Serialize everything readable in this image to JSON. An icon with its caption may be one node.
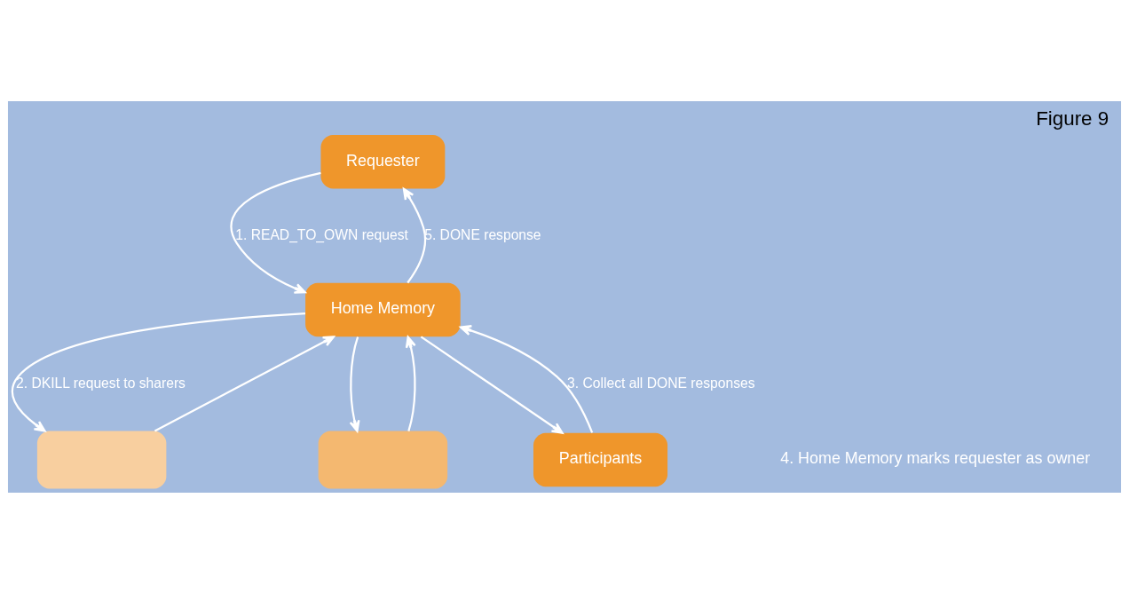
{
  "diagram": {
    "title": "Figure 9",
    "nodes": [
      {
        "text": [
          "Requester"
        ]
      },
      {
        "text": [
          "Home Memory"
        ]
      },
      {
        "text": [],
        "shape": "box"
      },
      {
        "text": [],
        "shape": "box"
      },
      {
        "text": [
          "Participants"
        ]
      }
    ],
    "edges": [
      {
        "from": 0,
        "to": 1,
        "arrow": "to",
        "label": "1. READ_TO_OWN request"
      },
      {
        "from": 1,
        "to": 2,
        "arrow": "to",
        "label": "2. DKILL request to sharers"
      },
      {
        "from": 1,
        "to": 3,
        "arrow": "to"
      },
      {
        "from": 1,
        "to": 4,
        "arrow": "to"
      },
      {
        "from": 2,
        "to": 1,
        "arrow": "to"
      },
      {
        "from": 3,
        "to": 1,
        "arrow": "to"
      },
      {
        "from": 4,
        "to": 1,
        "arrow": "to",
        "label": "3. Collect all DONE responses"
      },
      {
        "from": 1,
        "to": 0,
        "arrow": "to",
        "label": "5. DONE response"
      }
    ],
    "labels": [
      "4. Home Memory marks requester as owner"
    ]
  }
}
